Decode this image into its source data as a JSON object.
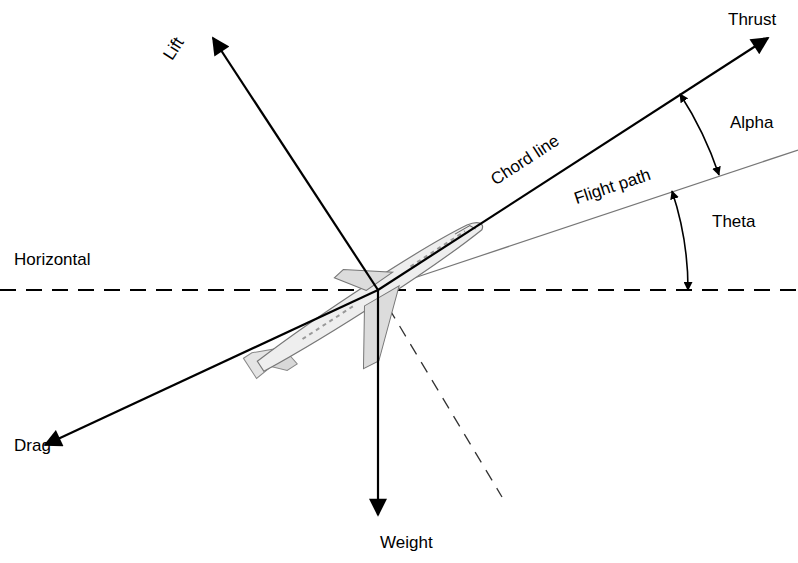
{
  "diagram": {
    "labels": [
      "Lift",
      "Thrust",
      "Alpha",
      "Chord line",
      "Flight path",
      "Theta",
      "Horizontal",
      "Drag",
      "Weight"
    ]
  }
}
